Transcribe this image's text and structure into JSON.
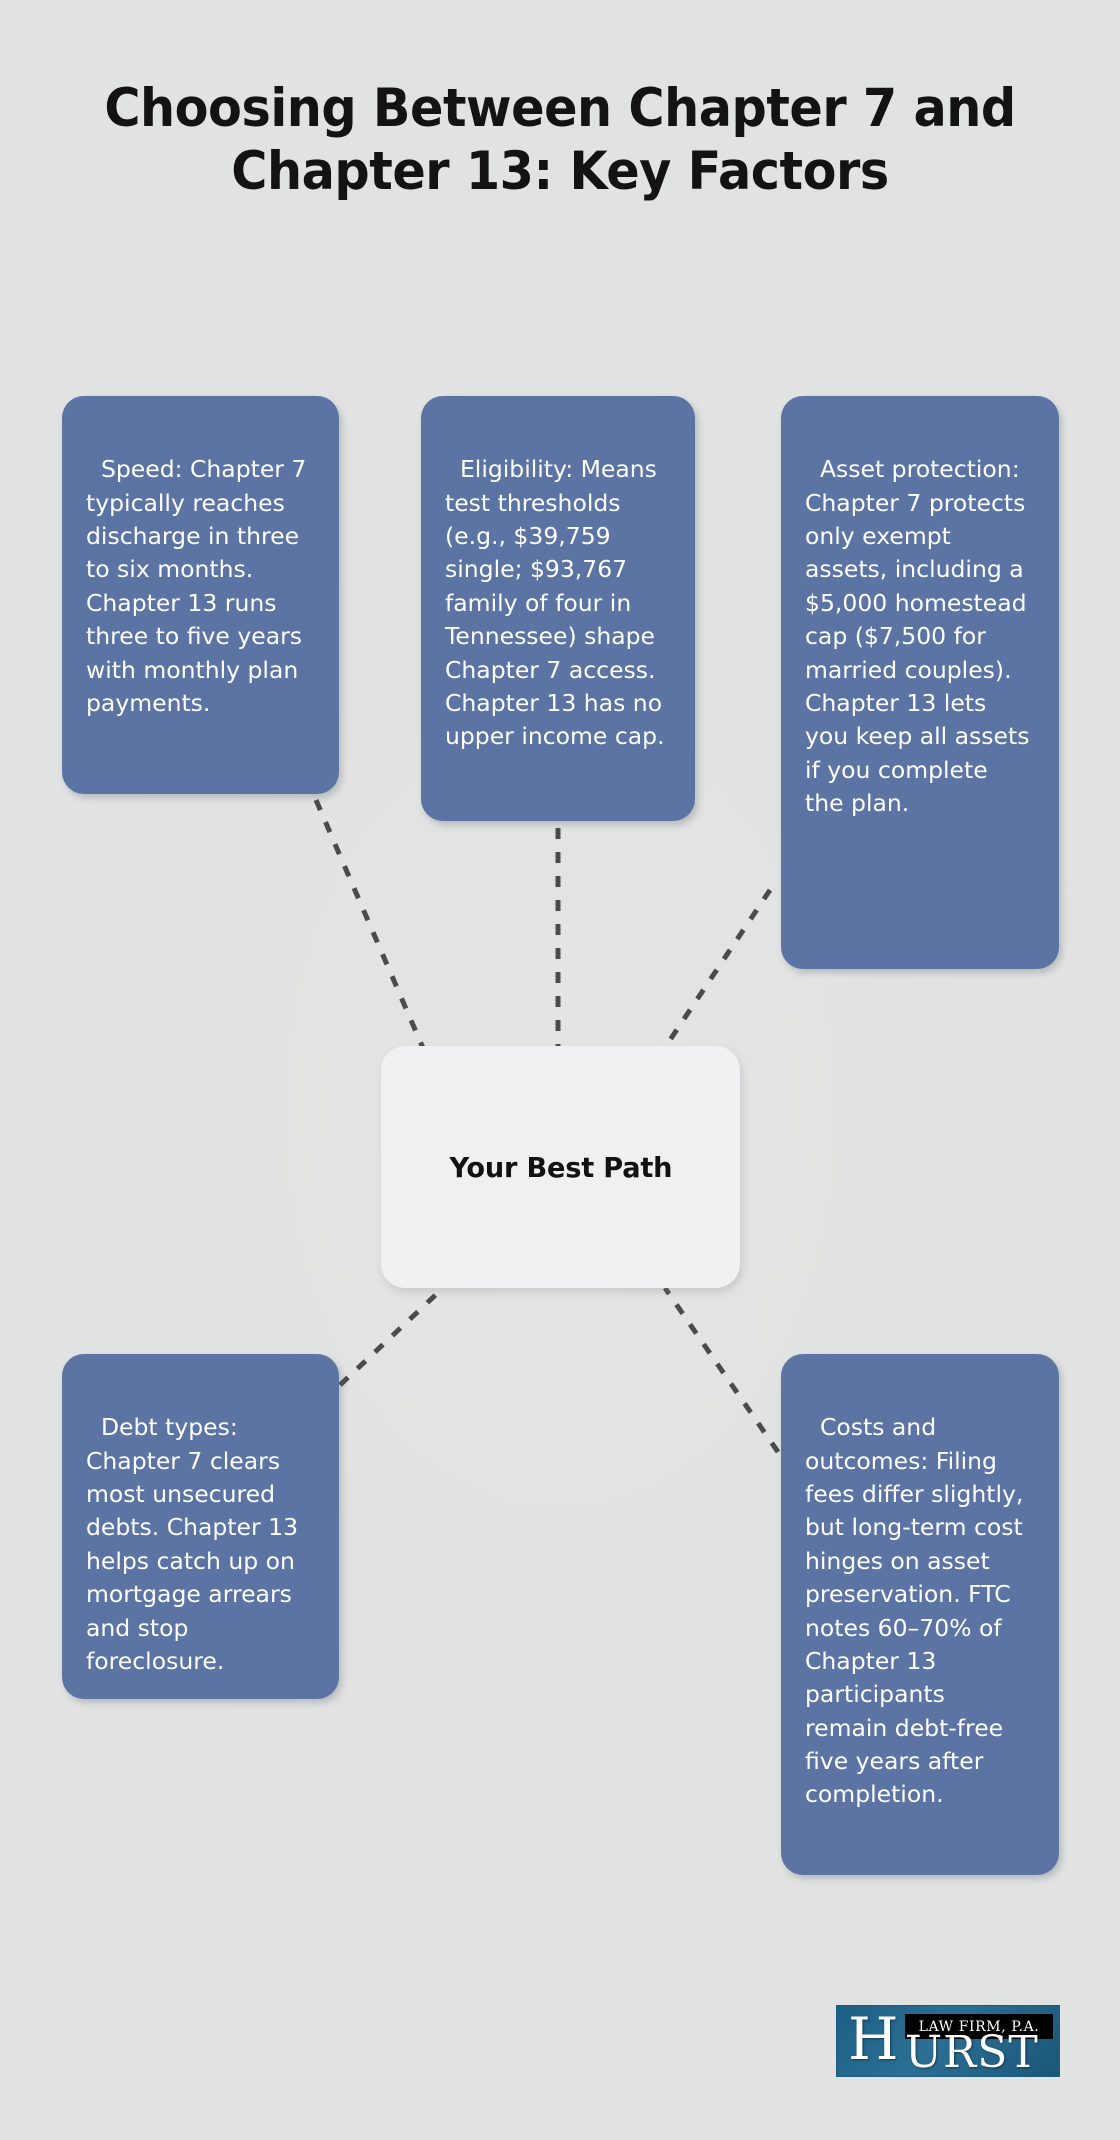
{
  "page": {
    "title": "Choosing Between Chapter 7 and Chapter 13: Key Factors",
    "background_color": "#e1e3e2"
  },
  "colors": {
    "card_fill": "#5b74a4",
    "card_text": "#ffffff",
    "center_fill": "#eff0f1",
    "center_text": "#111213",
    "connector": "#4b4b4b",
    "logo_blue": "#26688d",
    "logo_black": "#000000"
  },
  "center_node": {
    "label": "Your Best Path"
  },
  "cards": [
    {
      "id": "speed",
      "position": "top-left",
      "text": "Speed: Chapter 7 typically reaches discharge in three to six months. Chapter 13 runs three to five years with monthly plan payments."
    },
    {
      "id": "eligibility",
      "position": "top-center",
      "text": "Eligibility: Means test thresholds (e.g., $39,759 single; $93,767 family of four in Tennessee) shape Chapter 7 access. Chapter 13 has no upper income cap."
    },
    {
      "id": "asset-protection",
      "position": "top-right",
      "text": "Asset protection: Chapter 7 protects only exempt assets, including a $5,000 homestead cap ($7,500 for married couples). Chapter 13 lets you keep all assets if you complete the plan."
    },
    {
      "id": "debt-types",
      "position": "bottom-left",
      "text": "Debt types: Chapter 7 clears most unsecured debts. Chapter 13 helps catch up on mortgage arrears and stop foreclosure."
    },
    {
      "id": "costs-outcomes",
      "position": "bottom-right",
      "text": "Costs and outcomes: Filing fees differ slightly, but long-term cost hinges on asset preservation. FTC notes 60–70% of Chapter 13 participants remain debt-free five years after completion."
    }
  ],
  "connectors": [
    {
      "from": "speed",
      "to": "center_node",
      "style": "dashed"
    },
    {
      "from": "eligibility",
      "to": "center_node",
      "style": "dashed"
    },
    {
      "from": "asset-protection",
      "to": "center_node",
      "style": "dashed"
    },
    {
      "from": "debt-types",
      "to": "center_node",
      "style": "dashed"
    },
    {
      "from": "costs-outcomes",
      "to": "center_node",
      "style": "dashed"
    }
  ],
  "logo": {
    "initial": "H",
    "rest": "URST",
    "tagline": "LAW FIRM, P.A."
  }
}
